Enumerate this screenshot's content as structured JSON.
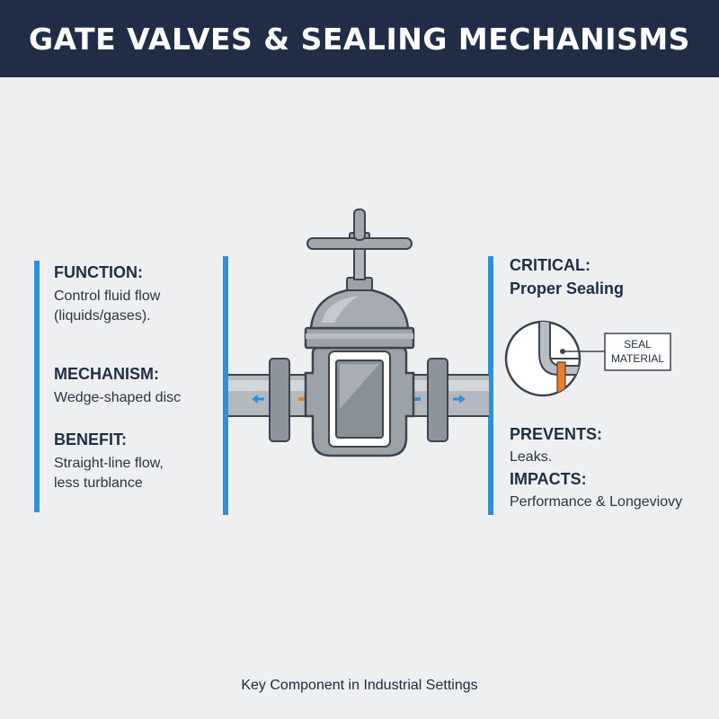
{
  "header": {
    "title": "GATE VALVES & SEALING MECHANISMS"
  },
  "left": {
    "function": {
      "label": "FUNCTION:",
      "lines": [
        "Control fluid flow",
        "(liquids/gases)."
      ]
    },
    "mechanism": {
      "label": "MECHANISM:",
      "lines": [
        "Wedge-shaped disc"
      ]
    },
    "benefit": {
      "label": "BENEFIT:",
      "lines": [
        "Straight-line flow,",
        "less turblance"
      ]
    }
  },
  "right": {
    "critical": {
      "label": "CRITICAL:",
      "line": "Proper Sealing"
    },
    "seal_label": {
      "line1": "SEAL",
      "line2": "MATERIAL"
    },
    "prevents": {
      "label": "PREVENTS:",
      "line": "Leaks."
    },
    "impacts": {
      "label": "IMPACTS:",
      "line": "Performance & Longeviovy"
    }
  },
  "footer": {
    "text": "Key Component in Industrial Settings"
  },
  "colors": {
    "header_bg": "#1f2d46",
    "accent_blue": "#2f8fd8",
    "accent_orange": "#f07d22",
    "metal": "#9da2a8",
    "outline": "#3c4450"
  },
  "icons": [
    "flow-arrow-left-icon",
    "flow-arrow-right-icon",
    "handwheel-icon"
  ]
}
